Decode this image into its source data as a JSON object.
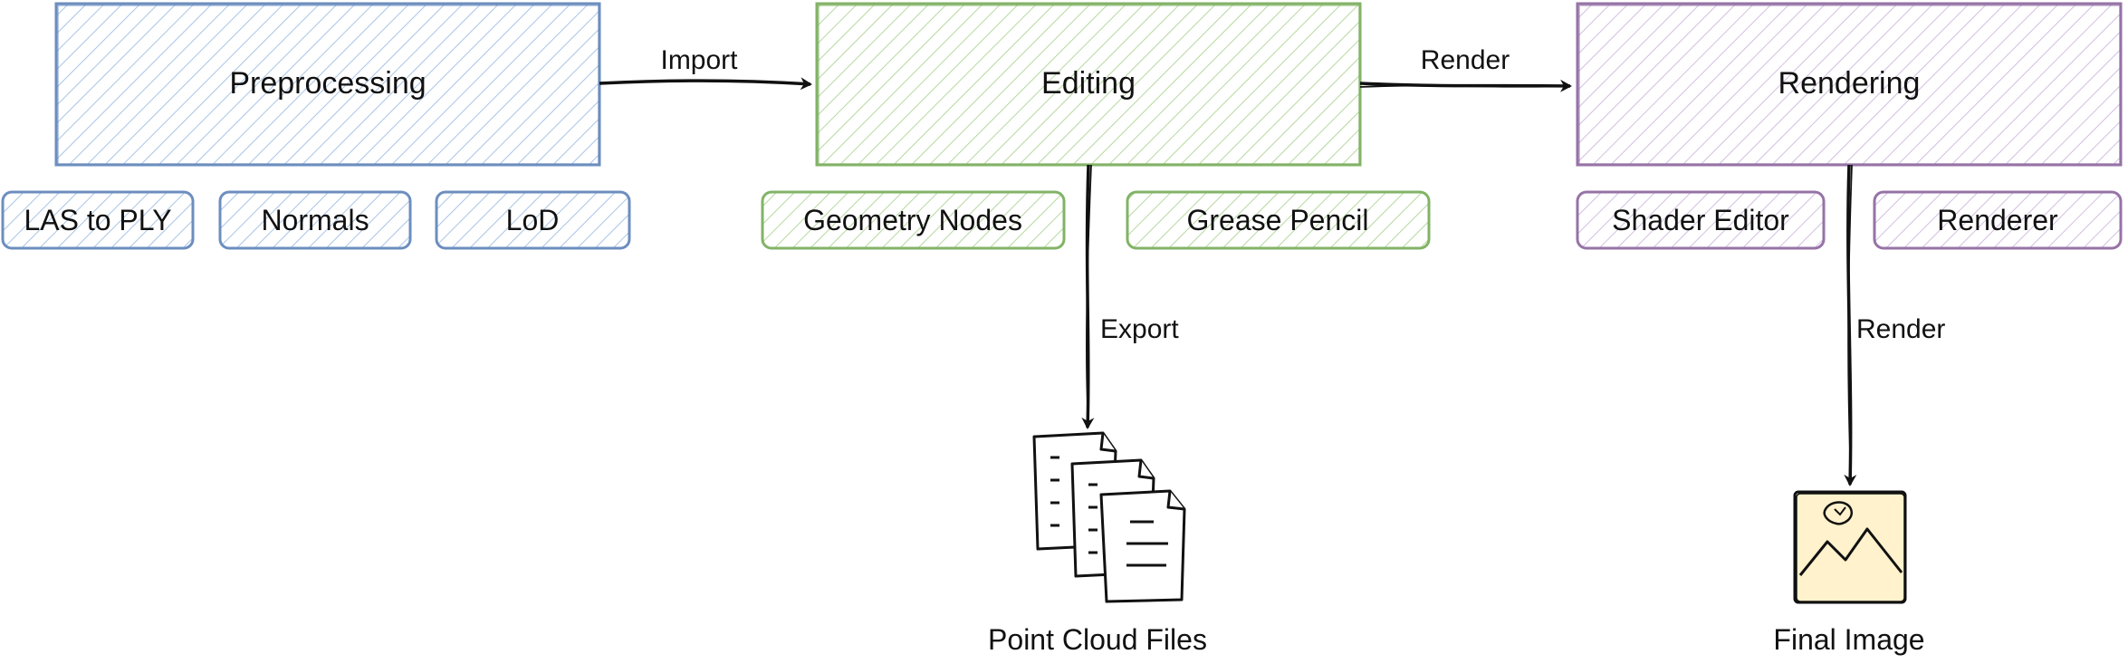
{
  "stages": {
    "preprocessing": {
      "label": "Preprocessing",
      "color": "#6c8ebf",
      "tools": [
        "LAS to PLY",
        "Normals",
        "LoD"
      ]
    },
    "editing": {
      "label": "Editing",
      "color": "#82b366",
      "tools": [
        "Geometry Nodes",
        "Grease Pencil"
      ]
    },
    "rendering": {
      "label": "Rendering",
      "color": "#9673a6",
      "tools": [
        "Shader Editor",
        "Renderer"
      ]
    }
  },
  "edges": {
    "import": "Import",
    "render_top": "Render",
    "export": "Export",
    "render_down": "Render"
  },
  "outputs": {
    "point_cloud_files": {
      "label": "Point Cloud Files",
      "icon": "documents-icon"
    },
    "final_image": {
      "label": "Final Image",
      "icon": "image-icon",
      "fill": "#fff2cc"
    }
  }
}
